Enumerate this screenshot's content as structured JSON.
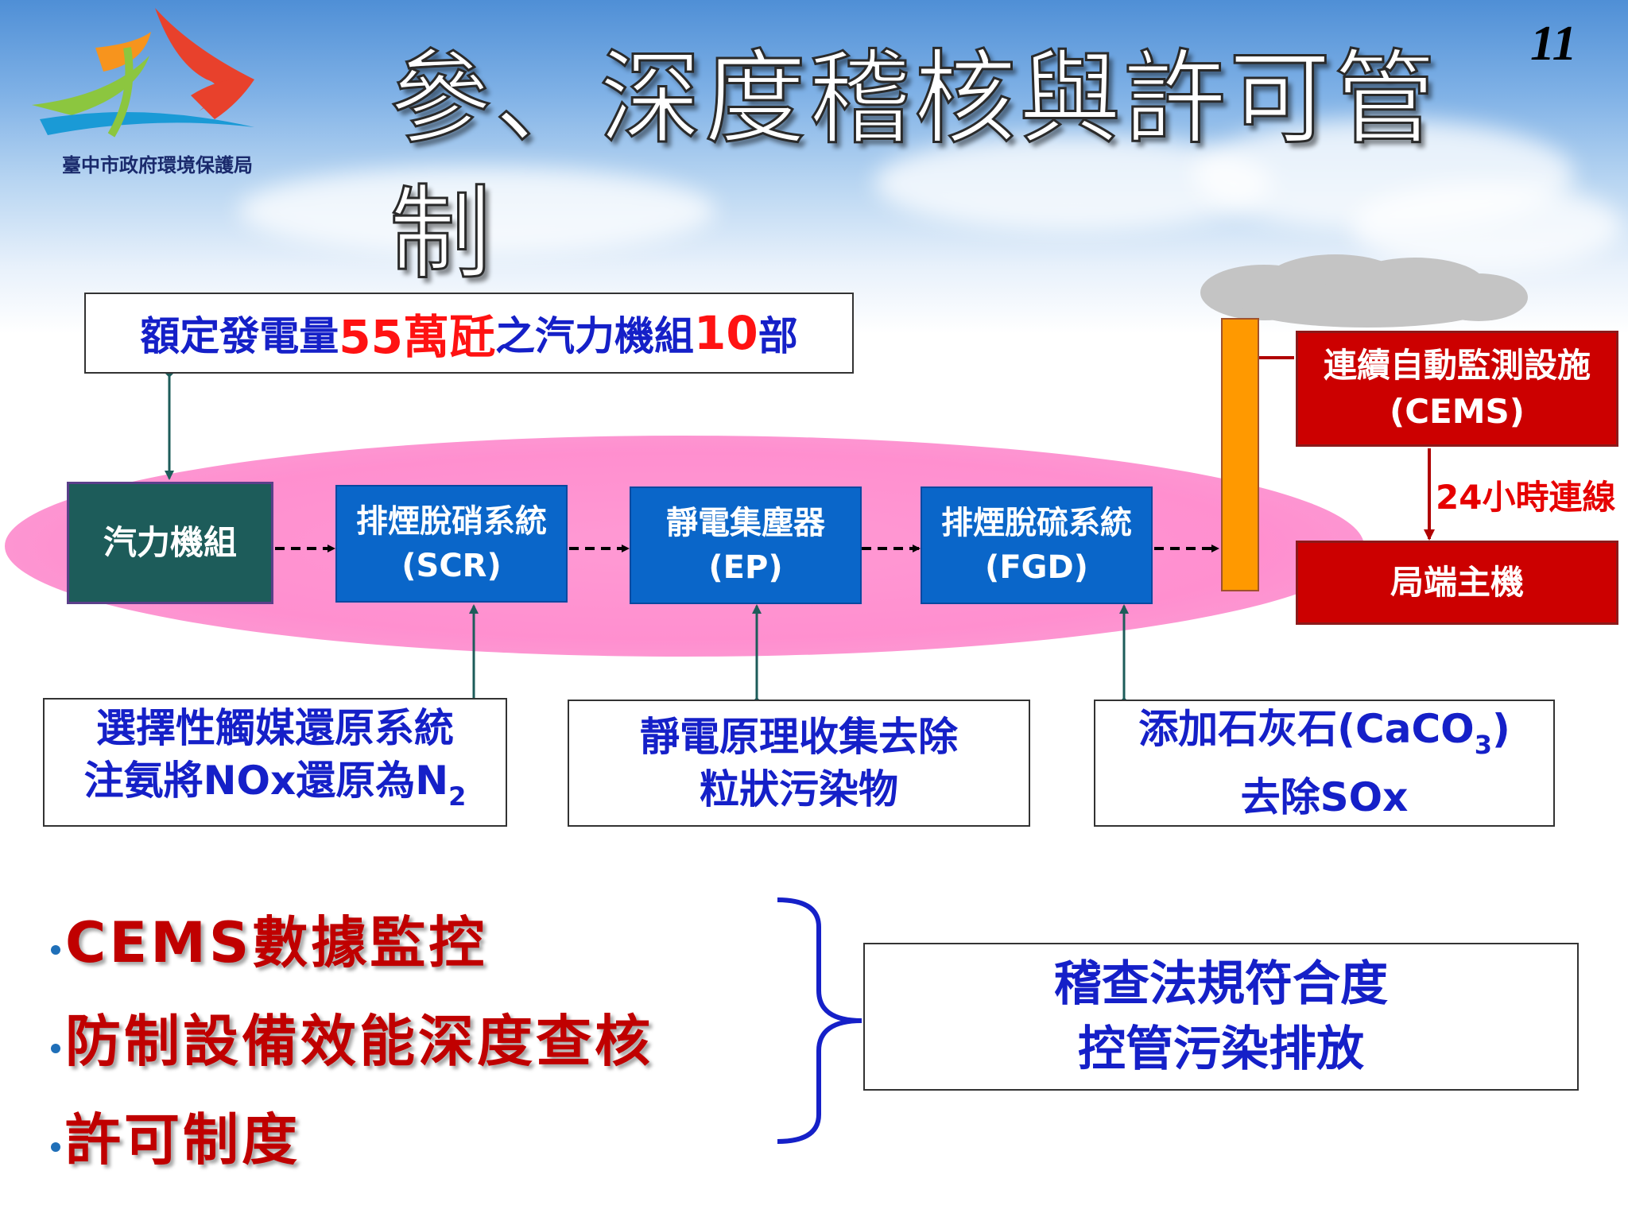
{
  "header": {
    "title": "參、深度稽核與許可管制",
    "page_number": "11",
    "org_name": "臺中市政府環境保護局"
  },
  "capacity": {
    "part1": "額定發電量",
    "amount": "55萬瓩",
    "part2": "之汽力機組",
    "count": "10",
    "part3": "部"
  },
  "flow": {
    "boiler": "汽力機組",
    "scr": {
      "line1": "排煙脫硝系統",
      "line2": "(SCR)"
    },
    "ep": {
      "line1": "靜電集塵器",
      "line2": "(EP)"
    },
    "fgd": {
      "line1": "排煙脫硫系統",
      "line2": "(FGD)"
    }
  },
  "cems": {
    "line1": "連續自動監測設施",
    "line2": "(CEMS)",
    "link": "24小時連線",
    "host": "局端主機"
  },
  "descriptions": {
    "scr": {
      "line1": "選擇性觸媒還原系統",
      "line2_pre": "注氨將NOx還原為N",
      "line2_sub": "2"
    },
    "ep": {
      "line1": "靜電原理收集去除",
      "line2": "粒狀污染物"
    },
    "fgd": {
      "line1_pre": "添加石灰石(CaCO",
      "line1_sub": "3",
      "line1_post": ")",
      "line2": "去除SOx"
    }
  },
  "bullets": [
    "CEMS數據監控",
    "防制設備效能深度查核",
    "許可制度"
  ],
  "result": {
    "line1": "稽查法規符合度",
    "line2": "控管污染排放"
  },
  "colors": {
    "boiler": "#1d5c5a",
    "unit_blue": "#0a66c9",
    "cems_red": "#cc0000",
    "stack_orange": "#ff9900",
    "ellipse_pink": "#ff8fcf",
    "text_blue": "#1520c8",
    "text_red": "#ff1212"
  }
}
